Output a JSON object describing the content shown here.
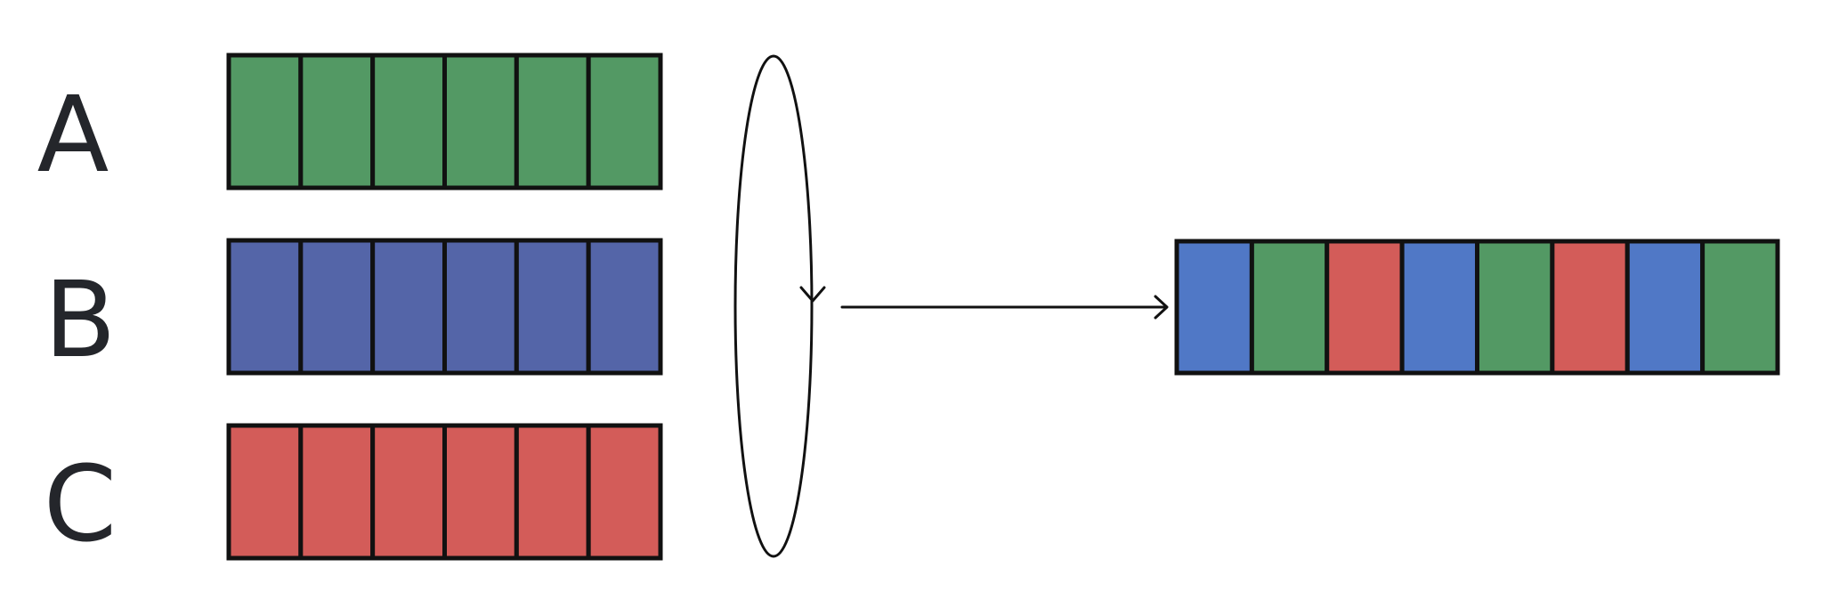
{
  "rows": [
    {
      "label": "A",
      "color": "#539964",
      "cells": 6
    },
    {
      "label": "B",
      "color": "#5465a8",
      "cells": 6
    },
    {
      "label": "C",
      "color": "#d35c59",
      "cells": 6
    }
  ],
  "output": {
    "cells": [
      "blue",
      "green",
      "red",
      "blue",
      "green",
      "red",
      "blue",
      "green"
    ]
  },
  "colors": {
    "green": "#539964",
    "red": "#d35c59",
    "blue": "#5078c6",
    "stroke": "#111111"
  },
  "icons": {
    "loop": "circular-loop-arrow-icon",
    "arrow": "right-arrow-icon"
  }
}
